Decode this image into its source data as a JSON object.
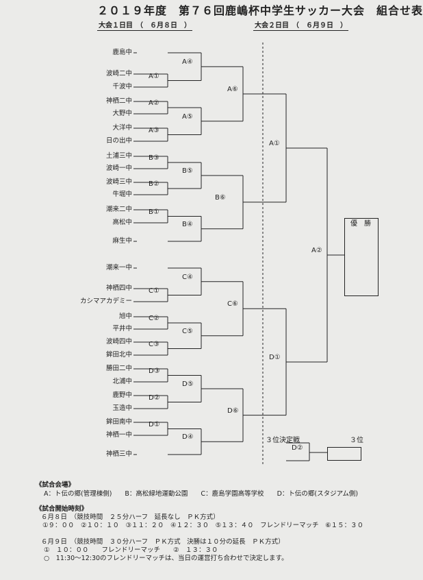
{
  "title": "２０１９年度　第７６回鹿嶋杯中学生サッカー大会　組合せ表",
  "day1_label": "大会１日目　（　６月８日　）",
  "day2_label": "大会２日目　（　６月９日　）",
  "teams": [
    "鹿島中",
    "波崎二中",
    "千波中",
    "神栖二中",
    "大野中",
    "大洋中",
    "日の出中",
    "土浦三中",
    "波崎一中",
    "波崎三中",
    "牛堀中",
    "潮来二中",
    "高松中",
    "麻生中",
    "潮来一中",
    "神栖四中",
    "カシマアカデミー",
    "旭中",
    "平井中",
    "波崎四中",
    "鉾田北中",
    "勝田二中",
    "北浦中",
    "鹿野中",
    "玉造中",
    "鉾田南中",
    "神栖一中",
    "神栖三中"
  ],
  "matches": {
    "A1": "A①",
    "A2": "A②",
    "A3": "A③",
    "A4": "A④",
    "A5": "A⑤",
    "A6": "A⑥",
    "B1": "B①",
    "B2": "B②",
    "B3": "B③",
    "B4": "B④",
    "B5": "B⑤",
    "B6": "B⑥",
    "C1": "C①",
    "C2": "C②",
    "C3": "C③",
    "C4": "C④",
    "C5": "C⑤",
    "C6": "C⑥",
    "D1": "D①",
    "D2": "D②",
    "D3": "D③",
    "D4": "D④",
    "D5": "D⑤",
    "D6": "D⑥",
    "SA1": "A①",
    "SD1": "D①",
    "SA2": "A②",
    "SD2": "D②"
  },
  "champion_label": "優　勝",
  "third_place_match": "３位決定戦",
  "third_place": "３位",
  "notes": {
    "venue_head": "《試合会場》",
    "venue_line": "A：ト伝の郷(管理棟側)　　B：高松緑地運動公園　　C：鹿島学園高等学校　　D：ト伝の郷(スタジアム側)",
    "time_head": "《試合開始時刻》",
    "d1_line1": "６月８日　（競技時間　２５分ハーフ　延長なし　ＰＫ方式）",
    "d1_line2": "①９：００　②１０：１０　③１１：２０　④１２：３０　⑤１３：４０　フレンドリーマッチ　⑥１５：３０",
    "d2_line1": "６月９日　（競技時間　３０分ハーフ　ＰＫ方式　決勝は１０分の延長　ＰＫ方式）",
    "d2_line2": "①　１０：００　　フレンドリーマッチ　　②　１３：３０",
    "d2_line3": "○　11:30～12:30のフレンドリーマッチは、当日の運営打ち合わせで決定します。"
  }
}
